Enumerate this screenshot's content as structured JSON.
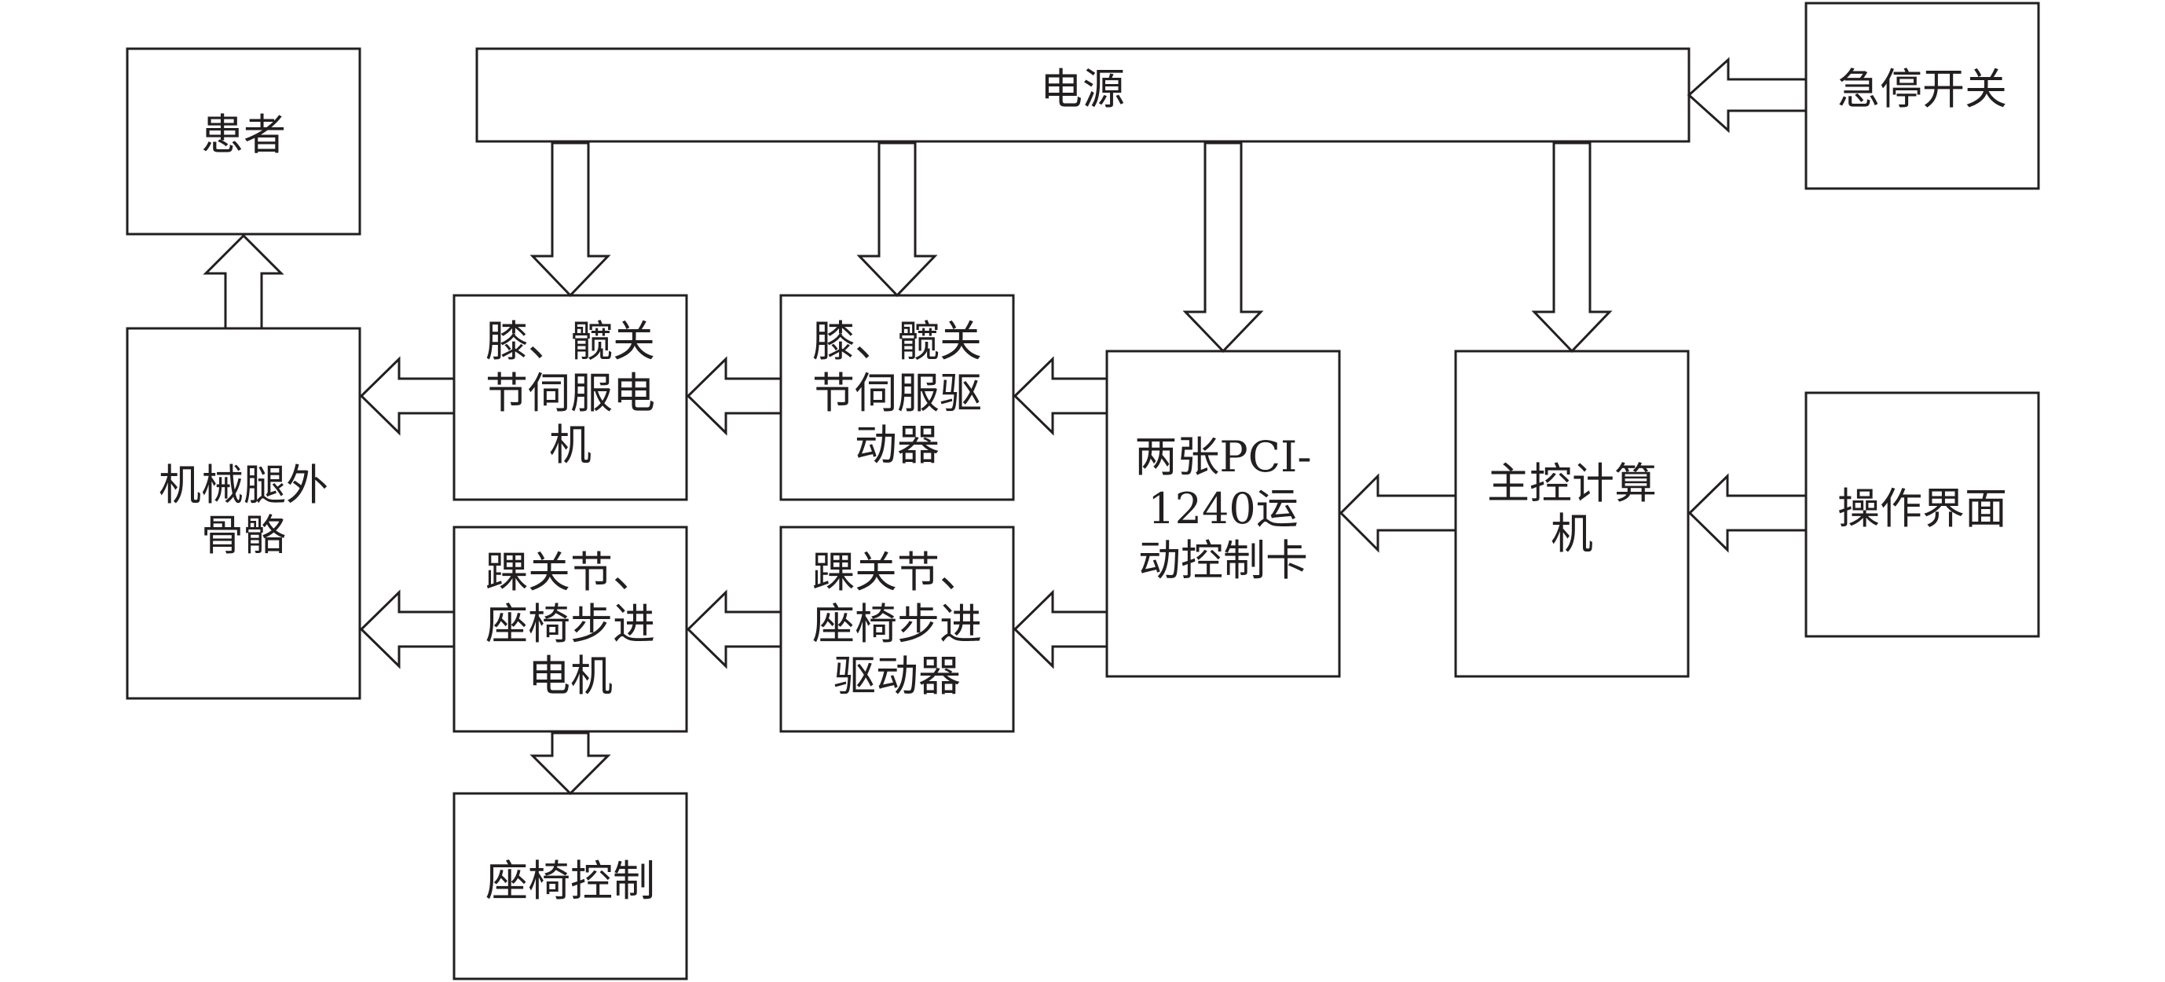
{
  "nodes": {
    "power": [
      "电源"
    ],
    "estop": [
      "急停开关"
    ],
    "patient": [
      "患者"
    ],
    "exoskeleton": [
      "机械腿外",
      "骨骼"
    ],
    "servo_motor": [
      "膝、髋关",
      "节伺服电",
      "机"
    ],
    "servo_driver": [
      "膝、髋关",
      "节伺服驱",
      "动器"
    ],
    "stepper_motor": [
      "踝关节、",
      "座椅步进",
      "电机"
    ],
    "stepper_driver": [
      "踝关节、",
      "座椅步进",
      "驱动器"
    ],
    "motion_card": [
      "两张PCI-",
      "1240运",
      "动控制卡"
    ],
    "host_computer": [
      "主控计算",
      "机"
    ],
    "ui": [
      "操作界面"
    ],
    "seat_control": [
      "座椅控制"
    ]
  },
  "edges": [
    {
      "from": "estop",
      "to": "power"
    },
    {
      "from": "power",
      "to": "servo_motor"
    },
    {
      "from": "power",
      "to": "servo_driver"
    },
    {
      "from": "power",
      "to": "motion_card"
    },
    {
      "from": "power",
      "to": "host_computer"
    },
    {
      "from": "exoskeleton",
      "to": "patient"
    },
    {
      "from": "servo_motor",
      "to": "exoskeleton"
    },
    {
      "from": "servo_driver",
      "to": "servo_motor"
    },
    {
      "from": "motion_card",
      "to": "servo_driver"
    },
    {
      "from": "stepper_motor",
      "to": "exoskeleton"
    },
    {
      "from": "stepper_driver",
      "to": "stepper_motor"
    },
    {
      "from": "motion_card",
      "to": "stepper_driver"
    },
    {
      "from": "host_computer",
      "to": "motion_card"
    },
    {
      "from": "ui",
      "to": "host_computer"
    },
    {
      "from": "stepper_motor",
      "to": "seat_control"
    }
  ]
}
